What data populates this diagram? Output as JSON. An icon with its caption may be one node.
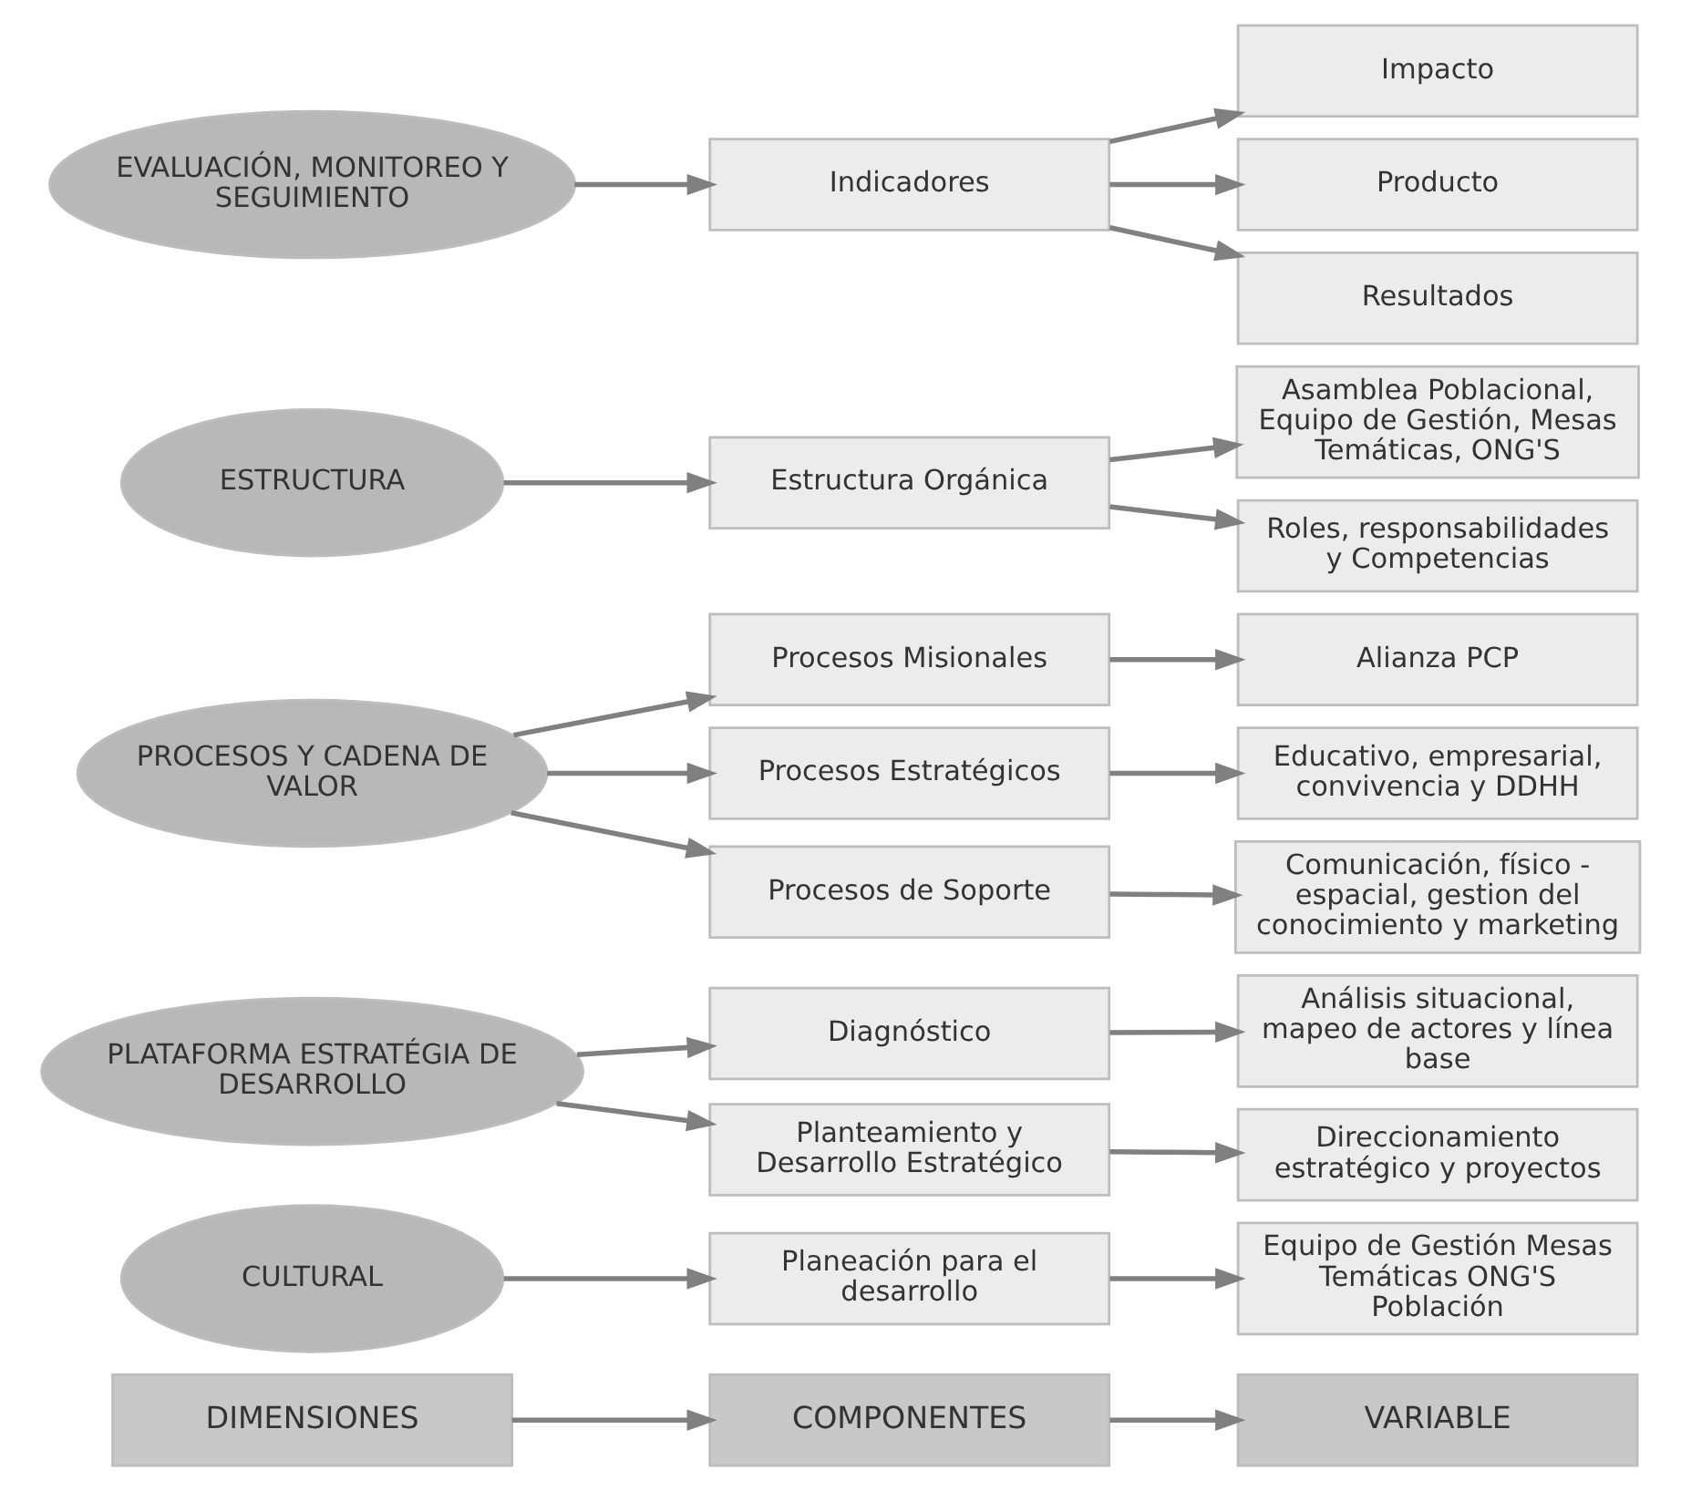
{
  "diagram": {
    "nodes": [
      {
        "text": [
          "DIMENSIONES"
        ]
      },
      {
        "text": [
          "COMPONENTES"
        ]
      },
      {
        "text": [
          "VARIABLE"
        ]
      },
      {
        "text": [
          "CULTURAL"
        ]
      },
      {
        "text": [
          "Planeación para el desarrollo"
        ]
      },
      {
        "text": [
          "Equipo de Gestión Mesas Temáticas ONG'S Población"
        ]
      },
      {
        "text": [
          "PLATAFORMA ESTRATÉGIA DE DESARROLLO"
        ]
      },
      {
        "text": [
          "Diagnóstico"
        ]
      },
      {
        "text": [
          "Análisis situacional, mapeo de actores y línea base"
        ]
      },
      {
        "text": [
          "Planteamiento y Desarrollo Estratégico"
        ]
      },
      {
        "text": [
          "Direccionamiento estratégico y proyectos"
        ]
      },
      {
        "text": [
          "PROCESOS Y CADENA DE VALOR"
        ]
      },
      {
        "text": [
          "Procesos Misionales"
        ]
      },
      {
        "text": [
          "Alianza PCP"
        ]
      },
      {
        "text": [
          "Procesos Estratégicos"
        ]
      },
      {
        "text": [
          "Educativo, empresarial, convivencia y DDHH"
        ]
      },
      {
        "text": [
          "Procesos de Soporte"
        ]
      },
      {
        "text": [
          "Comunicación, físico - espacial, gestion del conocimiento y marketing"
        ]
      },
      {
        "text": [
          "ESTRUCTURA"
        ]
      },
      {
        "text": [
          "Estructura Orgánica"
        ]
      },
      {
        "text": [
          "Asamblea Poblacional, Equipo de Gestión, Mesas Temáticas, ONG'S"
        ]
      },
      {
        "text": [
          "Roles, responsabilidades y Competencias"
        ]
      },
      {
        "text": [
          "EVALUACIÓN, MONITOREO Y SEGUIMIENTO"
        ]
      },
      {
        "text": [
          "Indicadores"
        ]
      },
      {
        "text": [
          "Impacto"
        ]
      },
      {
        "text": [
          "Producto"
        ]
      },
      {
        "text": [
          "Resultados"
        ]
      }
    ],
    "edges": [
      {
        "from": 0,
        "to": 1,
        "arrow": "to"
      },
      {
        "from": 1,
        "to": 2,
        "arrow": "to"
      },
      {
        "from": 3,
        "to": 4,
        "arrow": "to"
      },
      {
        "from": 4,
        "to": 5,
        "arrow": "to"
      },
      {
        "from": 6,
        "to": 7,
        "arrow": "to"
      },
      {
        "from": 6,
        "to": 9,
        "arrow": "to"
      },
      {
        "from": 7,
        "to": 8,
        "arrow": "to"
      },
      {
        "from": 9,
        "to": 10,
        "arrow": "to"
      },
      {
        "from": 11,
        "to": 12,
        "arrow": "to"
      },
      {
        "from": 11,
        "to": 14,
        "arrow": "to"
      },
      {
        "from": 11,
        "to": 16,
        "arrow": "to"
      },
      {
        "from": 12,
        "to": 13,
        "arrow": "to"
      },
      {
        "from": 14,
        "to": 15,
        "arrow": "to"
      },
      {
        "from": 16,
        "to": 17,
        "arrow": "to"
      },
      {
        "from": 18,
        "to": 19,
        "arrow": "to"
      },
      {
        "from": 19,
        "to": 20,
        "arrow": "to"
      },
      {
        "from": 19,
        "to": 21,
        "arrow": "to"
      },
      {
        "from": 22,
        "to": 23,
        "arrow": "to"
      },
      {
        "from": 23,
        "to": 24,
        "arrow": "to"
      },
      {
        "from": 23,
        "to": 25,
        "arrow": "to"
      },
      {
        "from": 23,
        "to": 26,
        "arrow": "to"
      }
    ]
  }
}
